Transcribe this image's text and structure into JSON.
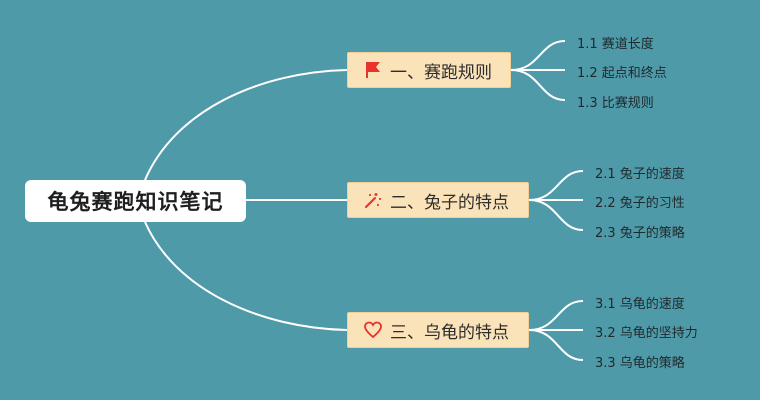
{
  "root": {
    "title": "龟兔赛跑知识笔记"
  },
  "branches": [
    {
      "label": "一、赛跑规则",
      "icon": "red-flag-icon",
      "children": [
        "1.1 赛道长度",
        "1.2 起点和终点",
        "1.3 比赛规则"
      ]
    },
    {
      "label": "二、兔子的特点",
      "icon": "magic-wand-icon",
      "children": [
        "2.1 兔子的速度",
        "2.2 兔子的习性",
        "2.3 兔子的策略"
      ]
    },
    {
      "label": "三、乌龟的特点",
      "icon": "heart-outline-icon",
      "children": [
        "3.1 乌龟的速度",
        "3.2 乌龟的坚持力",
        "3.3 乌龟的策略"
      ]
    }
  ],
  "colors": {
    "background": "#4f9aa8",
    "branch_fill": "#fbe3b9",
    "connector": "#ffffff",
    "icon_red": "#e8322a"
  }
}
